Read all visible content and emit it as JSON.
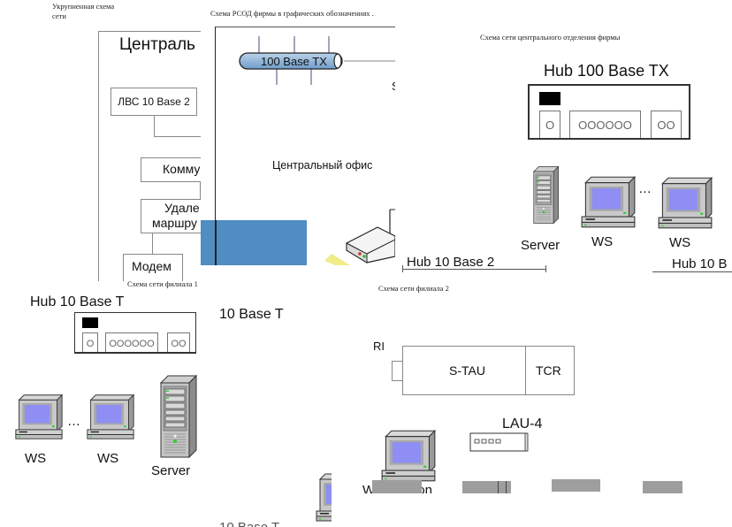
{
  "slide1": {
    "caption_line1": "Укрупненная схема",
    "caption_line2": "сети",
    "title": "Централь",
    "lan_box": "ЛВС 10 Base 2",
    "switch_box": "Комму",
    "router_box_line1": "Удале",
    "router_box_line2": "маршру",
    "modem_box": "Модем"
  },
  "slide2": {
    "caption": "Схема  РСОД  фирмы в графических обозначениях   .",
    "bus_label": "100 Base TX",
    "partial_label": "S",
    "office_label": "Центральный офис",
    "accent_color": "#4f8dc2"
  },
  "slide3": {
    "caption": "Схема сети центрального отделения фирмы",
    "hub_title": "Hub 100 Base TX",
    "hub_ports": [
      "O",
      "OOOOOO",
      "OO"
    ],
    "server_label": "Server",
    "ws_label_1": "WS",
    "ws_label_2": "WS",
    "ellipsis": "…",
    "hub10_base2": "Hub 10 Base 2",
    "hub10_partial": "Hub 10 B"
  },
  "slide4": {
    "caption": "Схема сети филиала  1",
    "hub_title": "Hub 10 Base T",
    "hub_ports": [
      "O",
      "OOOOOO",
      "OO"
    ],
    "cable_label": "10 Base T",
    "ws_label_1": "WS",
    "ws_label_2": "WS",
    "ellipsis": "…",
    "server_label": "Server",
    "bottom_partial": "10 Base T"
  },
  "slide5": {
    "caption": "Схема сети филиала 2",
    "ri_label": "RI",
    "stau_label": "S-TAU",
    "tcr_label": "TCR",
    "lau_label": "LAU-4",
    "workstation_partial": "Workstation"
  }
}
